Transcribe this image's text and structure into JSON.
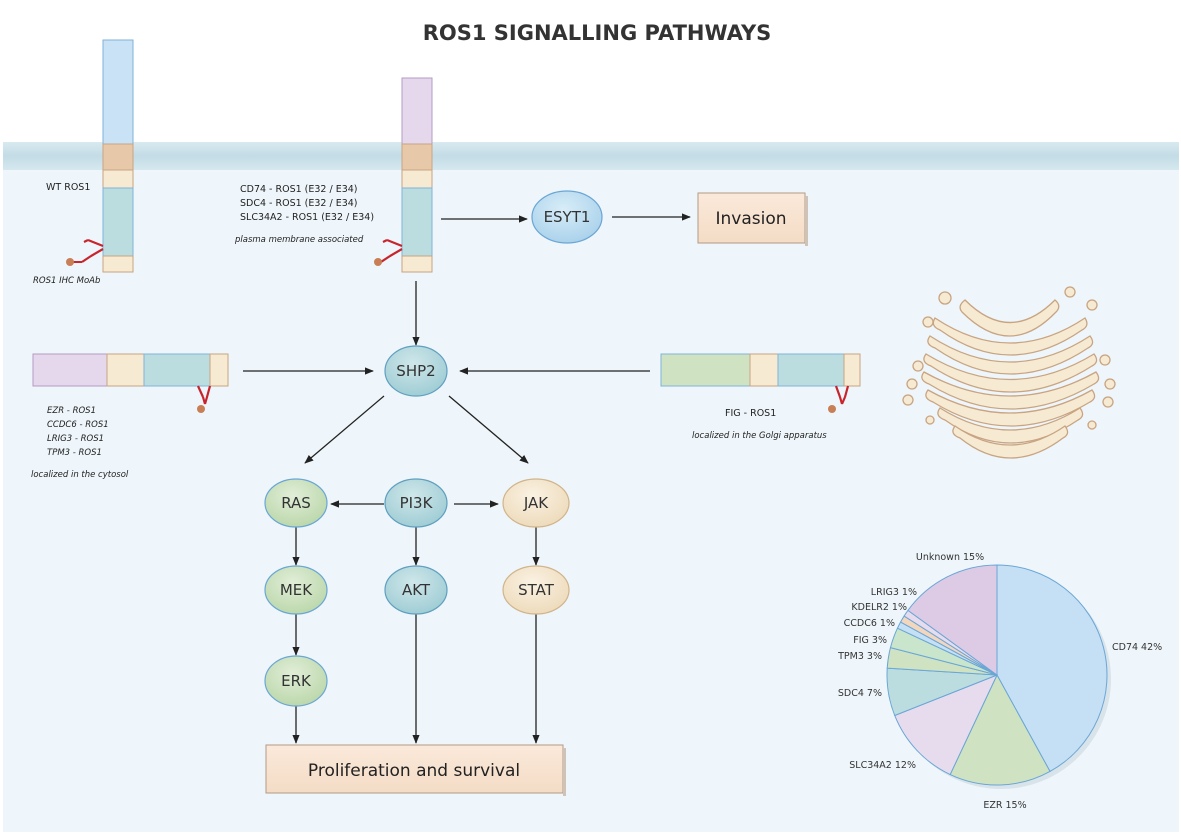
{
  "title": "ROS1 SIGNALLING PATHWAYS",
  "colors": {
    "blue": "#c9e2f5",
    "blue_stroke": "#6aa6d6",
    "tan": "#e7c9a9",
    "cream": "#f7ead2",
    "teal": "#bcdde0",
    "lavender": "#e5d8ec",
    "green": "#cfe3c3",
    "membrane": "#cde3ea",
    "cell_bg": "#eef6fb",
    "antibody": "#c8242b",
    "dot": "#c97f55"
  },
  "receptors": {
    "wt_label": "WT ROS1",
    "ihc_label": "ROS1 IHC MoAb",
    "membrane_fusions": [
      "CD74 - ROS1 (E32 / E34)",
      "SDC4 - ROS1 (E32 / E34)",
      "SLC34A2 - ROS1 (E32 / E34)"
    ],
    "membrane_note": "plasma membrane associated",
    "cytosol_fusions": [
      "EZR - ROS1",
      "CCDC6 - ROS1",
      "LRIG3 - ROS1",
      "TPM3 - ROS1"
    ],
    "cytosol_note": "localized in the cytosol",
    "golgi_fusion": "FIG - ROS1",
    "golgi_note": "localized in the Golgi apparatus"
  },
  "nodes": {
    "esyt1": "ESYT1",
    "invasion": "Invasion",
    "shp2": "SHP2",
    "ras": "RAS",
    "pi3k": "PI3K",
    "jak": "JAK",
    "mek": "MEK",
    "akt": "AKT",
    "stat": "STAT",
    "erk": "ERK",
    "proliferation": "Proliferation and survival"
  },
  "chart_data": {
    "type": "pie",
    "categories": [
      "CD74",
      "EZR",
      "SLC34A2",
      "SDC4",
      "TPM3",
      "FIG",
      "CCDC6",
      "KDELR2",
      "LRIG3",
      "Unknown"
    ],
    "values": [
      42,
      15,
      12,
      7,
      3,
      3,
      1,
      1,
      1,
      15
    ],
    "labels": [
      "CD74 42%",
      "EZR 15%",
      "SLC34A2 12%",
      "SDC4 7%",
      "TPM3 3%",
      "FIG 3%",
      "CCDC6 1%",
      "KDELR2 1%",
      "LRIG3 1%",
      "Unknown 15%"
    ],
    "colors": [
      "#c5e0f5",
      "#cfe3c3",
      "#e7dcee",
      "#bcdde0",
      "#cfe3c3",
      "#c9e6cc",
      "#c5e0f5",
      "#f2d6bd",
      "#e7dcee",
      "#ddcbe6"
    ]
  }
}
